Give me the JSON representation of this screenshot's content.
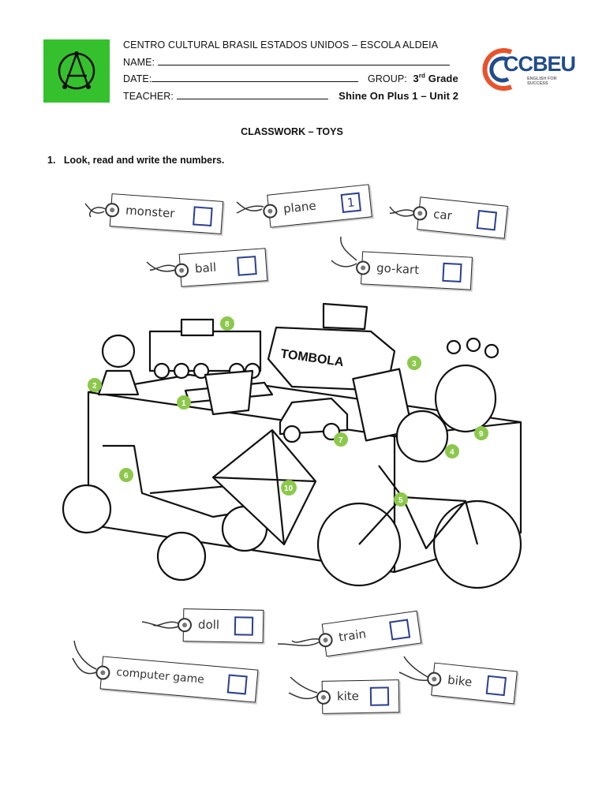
{
  "header": {
    "school": "CENTRO CULTURAL BRASIL ESTADOS UNIDOS – ESCOLA ALDEIA",
    "name_label": "NAME:",
    "date_label": "DATE:",
    "group_label": "GROUP:",
    "grade_num": "3",
    "grade_sup": "rd",
    "grade_word": "Grade",
    "teacher_label": "TEACHER:",
    "book": "Shine On Plus 1 – Unit 2"
  },
  "logo": {
    "name": "CCBEU",
    "tagline": [
      "ENGLISH FOR",
      "SUCCESS"
    ],
    "brand_blue": "#214c8b",
    "brand_orange": "#e8532b",
    "school_green": "#35c12d"
  },
  "title": "CLASSWORK – TOYS",
  "exercise": {
    "number": "1.",
    "instruction": "Look, read and write the numbers."
  },
  "tags_top": [
    {
      "word": "monster",
      "answer": ""
    },
    {
      "word": "plane",
      "answer": "1"
    },
    {
      "word": "car",
      "answer": ""
    },
    {
      "word": "ball",
      "answer": ""
    },
    {
      "word": "go-kart",
      "answer": ""
    }
  ],
  "tags_bottom": [
    {
      "word": "doll",
      "answer": ""
    },
    {
      "word": "train",
      "answer": ""
    },
    {
      "word": "computer game",
      "answer": ""
    },
    {
      "word": "bike",
      "answer": ""
    },
    {
      "word": "kite",
      "answer": ""
    }
  ],
  "scene": {
    "tombola_sign": "TOMBOLA",
    "badges": [
      "1",
      "2",
      "3",
      "4",
      "5",
      "6",
      "7",
      "8",
      "9",
      "10"
    ]
  }
}
